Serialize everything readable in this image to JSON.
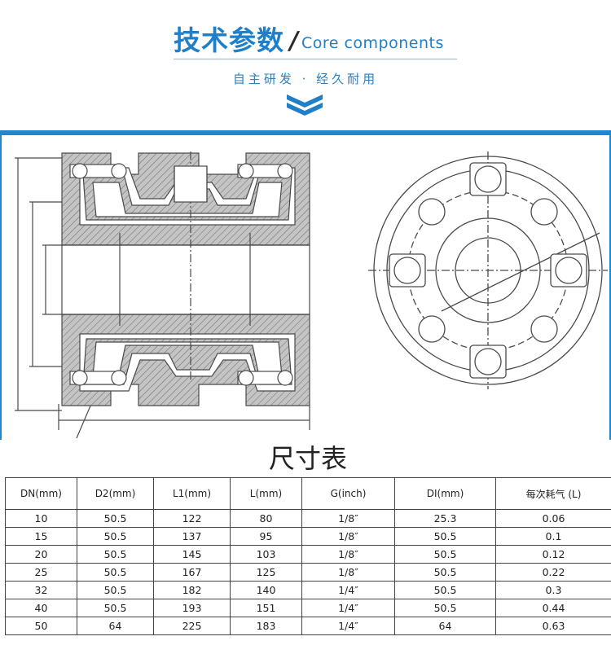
{
  "header": {
    "title_cn": "技术参数",
    "title_slash": "/",
    "title_en": "Core components",
    "subtitle": "自主研发 · 经久耐用"
  },
  "colors": {
    "accent": "#1f7fc9",
    "band": "#1f87cf",
    "drawing_fill": "#bfbfbf",
    "drawing_line": "#555555"
  },
  "icons": {
    "chevron": "chevron-down-icon"
  },
  "table": {
    "title": "尺寸表",
    "headers": [
      "DN(mm)",
      "D2(mm)",
      "L1(mm)",
      "L(mm)",
      "G(inch)",
      "DI(mm)",
      "每次耗气 (L)"
    ],
    "rows": [
      [
        "10",
        "50.5",
        "122",
        "80",
        "1/8″",
        "25.3",
        "0.06"
      ],
      [
        "15",
        "50.5",
        "137",
        "95",
        "1/8″",
        "50.5",
        "0.1"
      ],
      [
        "20",
        "50.5",
        "145",
        "103",
        "1/8″",
        "50.5",
        "0.12"
      ],
      [
        "25",
        "50.5",
        "167",
        "125",
        "1/8″",
        "50.5",
        "0.22"
      ],
      [
        "32",
        "50.5",
        "182",
        "140",
        "1/4″",
        "50.5",
        "0.3"
      ],
      [
        "40",
        "50.5",
        "193",
        "151",
        "1/4″",
        "50.5",
        "0.44"
      ],
      [
        "50",
        "64",
        "225",
        "183",
        "1/4″",
        "64",
        "0.63"
      ]
    ]
  }
}
